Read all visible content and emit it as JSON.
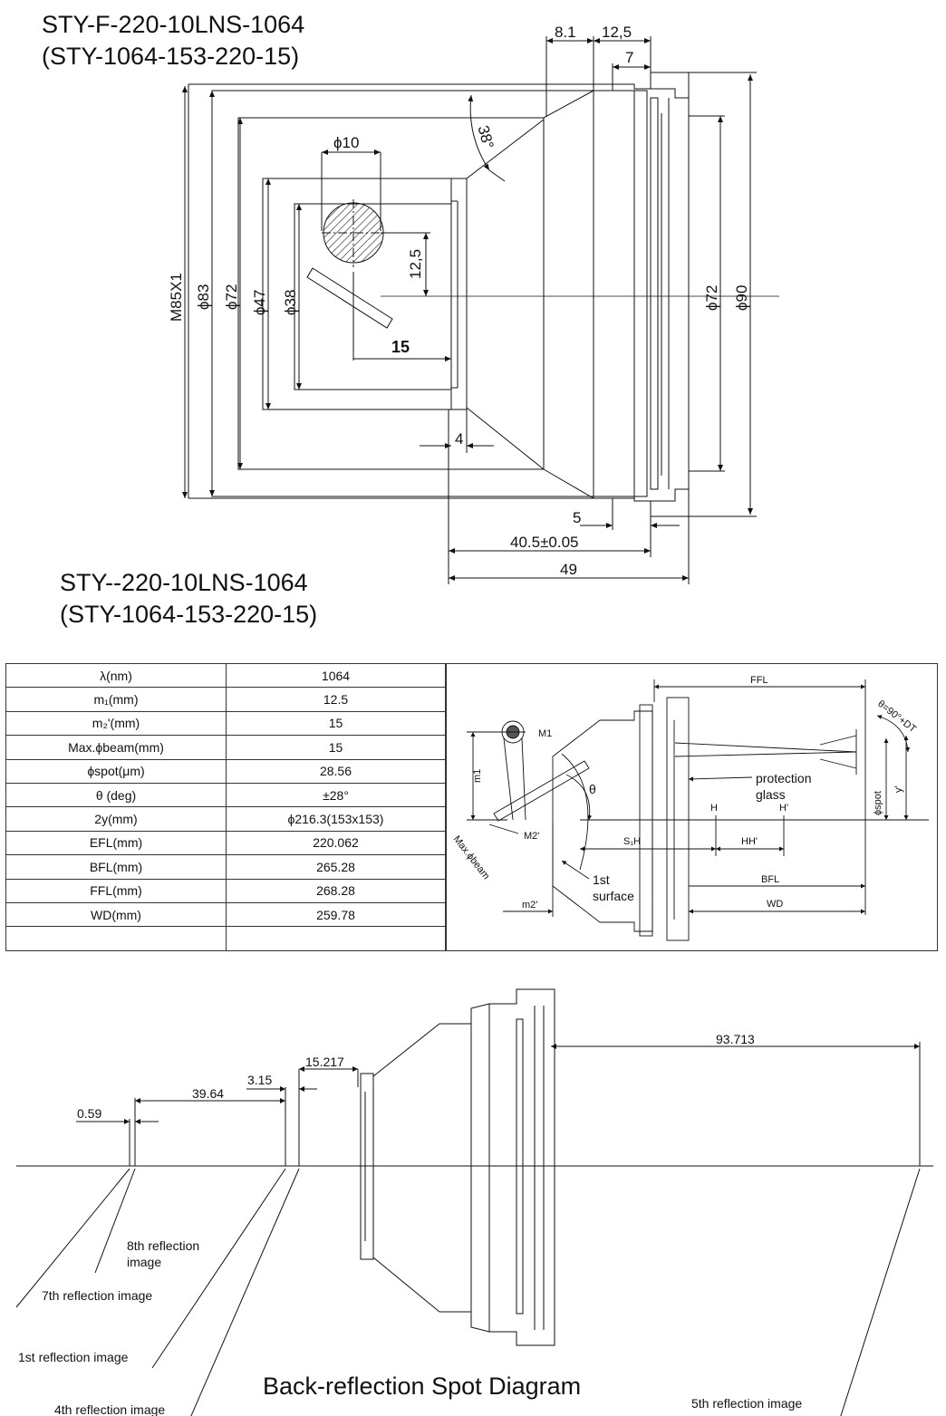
{
  "titles": {
    "drawing_line1": "STY-F-220-10LNS-1064",
    "drawing_line2": "(STY-1064-153-220-15)",
    "spec_line1": "STY--220-10LNS-1064",
    "spec_line2": "(STY-1064-153-220-15)",
    "spot_diagram": "Back-reflection Spot Diagram"
  },
  "drawing_dims": {
    "d_8_1": "8.1",
    "d_12_5_top": "12,5",
    "d_7": "7",
    "d_38deg": "38°",
    "d_phi10": "ϕ10",
    "d_12_5_v": "12,5",
    "d_15": "15",
    "d_m85": "M85X1",
    "d_phi83": "ϕ83",
    "d_phi72_l": "ϕ72",
    "d_phi47": "ϕ47",
    "d_phi38": "ϕ38",
    "d_phi72_r": "ϕ72",
    "d_phi90": "ϕ90",
    "d_4": "4",
    "d_5": "5",
    "d_40_5": "40.5±0.05",
    "d_49": "49"
  },
  "spec_table": [
    {
      "param": "λ(nm)",
      "value": "1064"
    },
    {
      "param": "m₁(mm)",
      "value": "12.5"
    },
    {
      "param": "m₂'(mm)",
      "value": "15"
    },
    {
      "param": "Max.ϕbeam(mm)",
      "value": "15"
    },
    {
      "param": "ϕspot(μm)",
      "value": "28.56"
    },
    {
      "param": "θ (deg)",
      "value": "±28°"
    },
    {
      "param": "2y(mm)",
      "value": "ϕ216.3(153x153)"
    },
    {
      "param": "EFL(mm)",
      "value": "220.062"
    },
    {
      "param": "BFL(mm)",
      "value": "265.28"
    },
    {
      "param": "FFL(mm)",
      "value": "268.28"
    },
    {
      "param": "WD(mm)",
      "value": "259.78"
    },
    {
      "param": "",
      "value": ""
    }
  ],
  "optics_labels": {
    "ffl": "FFL",
    "theta_dt": "θ=90°+DT",
    "m1": "M1",
    "m1_dim": "m1",
    "theta": "θ",
    "protection_glass_1": "protection",
    "protection_glass_2": "glass",
    "spot": "ϕspot",
    "y": "y'",
    "h": "H",
    "h_prime": "H'",
    "m2_prime": "M2'",
    "s1h": "S₁H",
    "hh": "HH'",
    "max_beam": "Max.ϕbeam",
    "first_surface_1": "1st",
    "first_surface_2": "surface",
    "bfl": "BFL",
    "wd": "WD",
    "m2_dim": "m2'"
  },
  "spot_labels": {
    "d_0_59": "0.59",
    "d_39_64": "39.64",
    "d_3_15": "3.15",
    "d_15_217": "15.217",
    "d_93_713": "93.713",
    "r8_1": "8th reflection",
    "r8_2": "image",
    "r7": "7th reflection image",
    "r1": "1st reflection image",
    "r4": "4th reflection image",
    "r5": "5th reflection image"
  }
}
